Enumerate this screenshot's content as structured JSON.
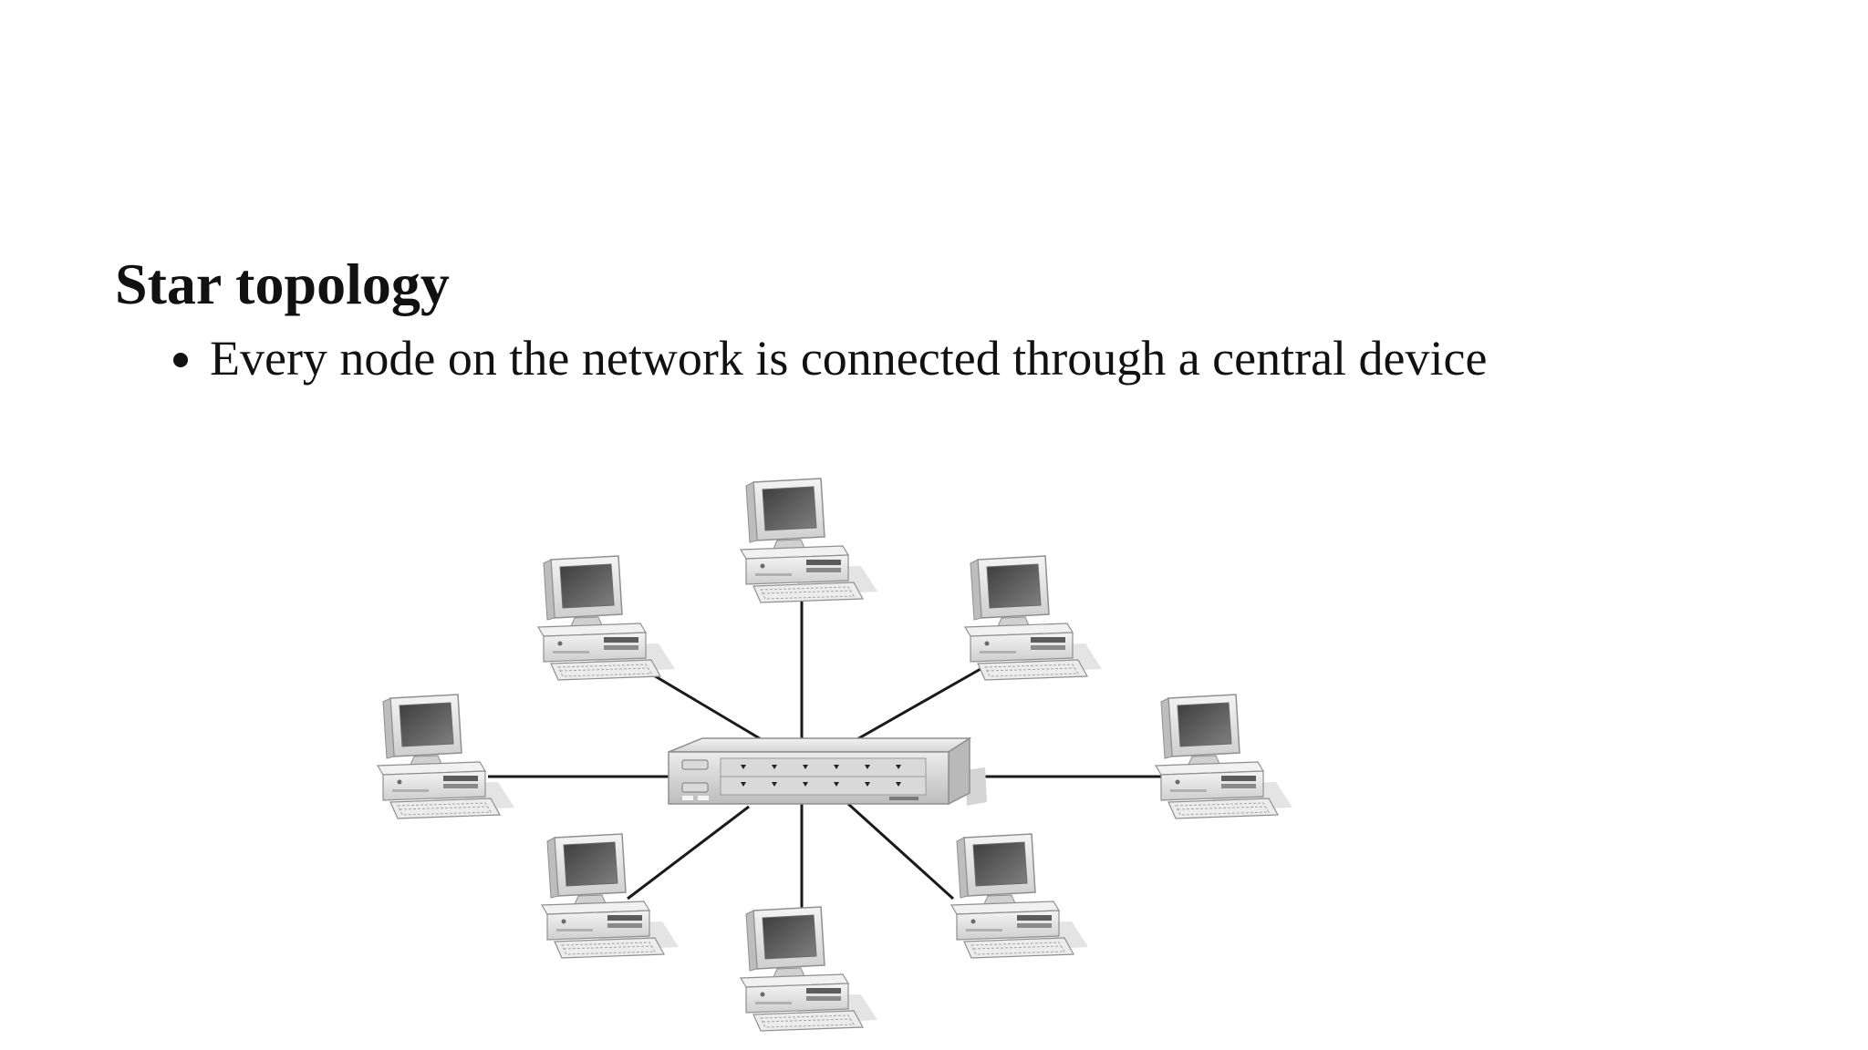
{
  "slide": {
    "title": "Star topology",
    "bullets": [
      "Every node on the network is connected through a central device"
    ]
  },
  "diagram": {
    "topology": "star",
    "central_device": "hub-switch",
    "nodes": [
      "computer-top",
      "computer-top-left",
      "computer-top-right",
      "computer-left",
      "computer-right",
      "computer-bottom-left",
      "computer-bottom-right",
      "computer-bottom"
    ],
    "colors": {
      "link": "#1a1a1a",
      "device_light": "#e9e9e9",
      "device_dark": "#7a7a7a",
      "screen": "#5a5a5a"
    }
  }
}
